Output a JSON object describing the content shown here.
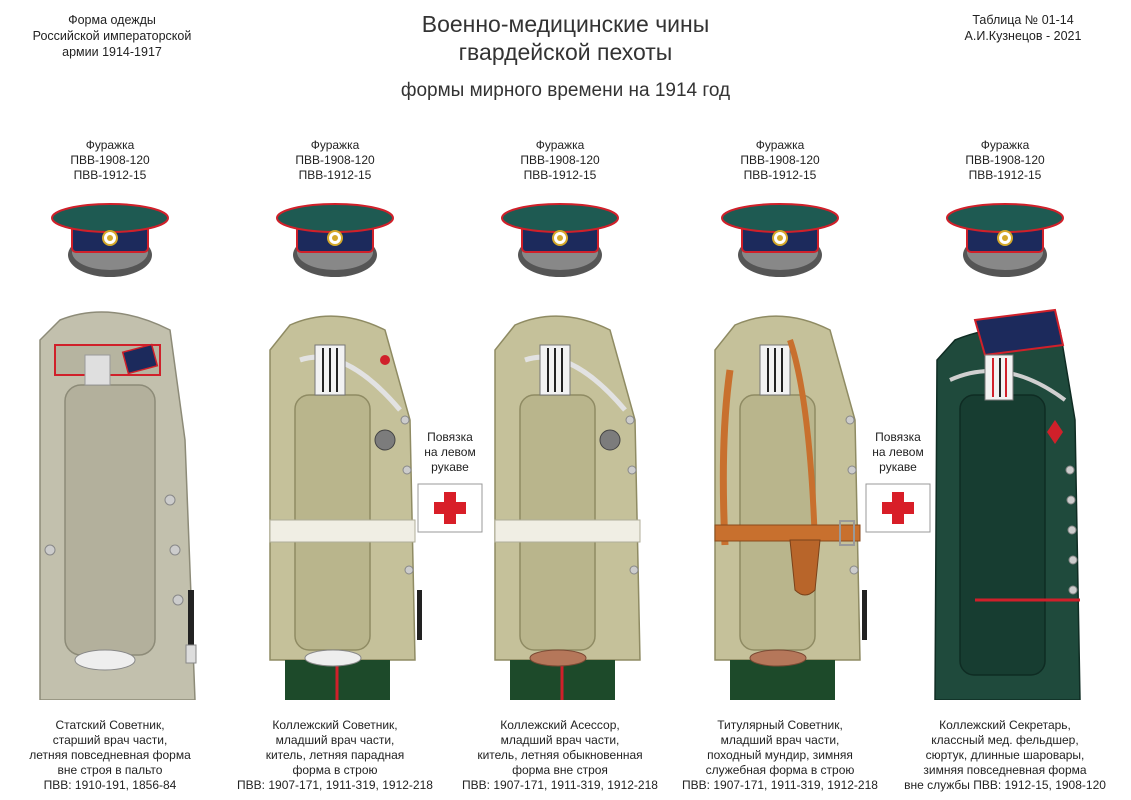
{
  "header": {
    "left": [
      "Форма одежды",
      "Российской императорской",
      "армии  1914-1917"
    ],
    "title": [
      "Военно-медицинские чины",
      "гвардейской пехоты"
    ],
    "subtitle": "формы мирного времени на 1914 год",
    "right": [
      "Таблица № 01-14",
      "А.И.Кузнецов - 2021"
    ]
  },
  "colors": {
    "cap_crown": "#1e5a52",
    "cap_band": "#1c2a5c",
    "cap_piping": "#d0202a",
    "khaki": "#c5c19a",
    "greatcoat": "#c2c0ad",
    "dark_green": "#1f4a3c",
    "trousers": "#1d4a2a",
    "red_cross": "#d81e28"
  },
  "columns": [
    {
      "cap": [
        "Фуражка",
        "ПВВ-1908-120",
        "ПВВ-1912-15"
      ],
      "caption": [
        "Статский Советник,",
        "старший врач части,",
        "летняя повседневная форма",
        "вне строя в пальто",
        "ПВВ: 1910-191, 1856-84"
      ],
      "garment": "greatcoat"
    },
    {
      "cap": [
        "Фуражка",
        "ПВВ-1908-120",
        "ПВВ-1912-15"
      ],
      "caption": [
        "Коллежский Советник,",
        "младший врач части,",
        "китель, летняя парадная",
        "форма в строю",
        "ПВВ: 1907-171, 1911-319, 1912-218"
      ],
      "garment": "tunic-belt"
    },
    {
      "cap": [
        "Фуражка",
        "ПВВ-1908-120",
        "ПВВ-1912-15"
      ],
      "caption": [
        "Коллежский Асессор,",
        "младший врач части,",
        "китель, летняя обыкновенная",
        "форма вне строя",
        "ПВВ: 1907-171, 1911-319, 1912-218"
      ],
      "garment": "tunic-belt"
    },
    {
      "cap": [
        "Фуражка",
        "ПВВ-1908-120",
        "ПВВ-1912-15"
      ],
      "caption": [
        "Титулярный Советник,",
        "младший врач части,",
        "походный мундир, зимняя",
        "служебная форма в строю",
        "ПВВ: 1907-171, 1911-319, 1912-218"
      ],
      "garment": "field"
    },
    {
      "cap": [
        "Фуражка",
        "ПВВ-1908-120",
        "ПВВ-1912-15"
      ],
      "caption": [
        "Коллежский Секретарь,",
        "классный мед. фельдшер,",
        "сюртук, длинные шаровары,",
        "зимняя повседневная форма",
        "вне службы ПВВ: 1912-15, 1908-120"
      ],
      "garment": "frock"
    }
  ],
  "armbands": [
    {
      "label": [
        "Повязка",
        "на левом",
        "рукаве"
      ]
    },
    {
      "label": [
        "Повязка",
        "на левом",
        "рукаве"
      ]
    }
  ]
}
